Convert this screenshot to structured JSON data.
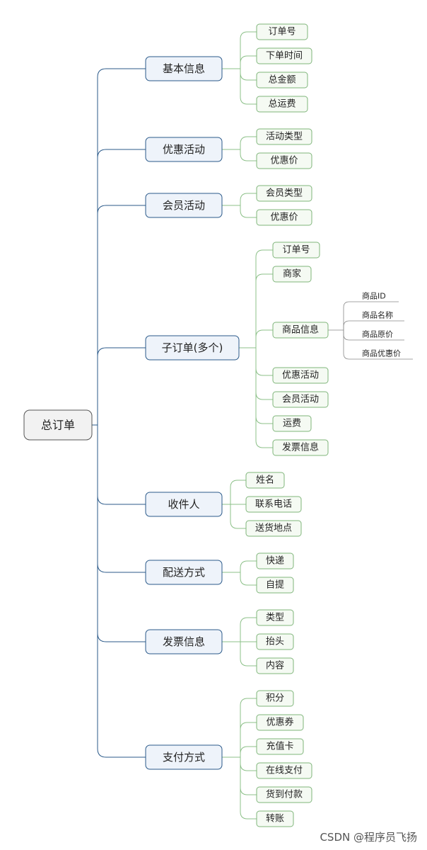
{
  "root": {
    "label": "总订单"
  },
  "branches": [
    {
      "label": "基本信息",
      "children": [
        {
          "label": "订单号"
        },
        {
          "label": "下单时间"
        },
        {
          "label": "总金额"
        },
        {
          "label": "总运费"
        }
      ]
    },
    {
      "label": "优惠活动",
      "children": [
        {
          "label": "活动类型"
        },
        {
          "label": "优惠价"
        }
      ]
    },
    {
      "label": "会员活动",
      "children": [
        {
          "label": "会员类型"
        },
        {
          "label": "优惠价"
        }
      ]
    },
    {
      "label": "子订单(多个)",
      "children": [
        {
          "label": "订单号"
        },
        {
          "label": "商家"
        },
        {
          "label": "商品信息",
          "children": [
            {
              "label": "商品ID"
            },
            {
              "label": "商品名称"
            },
            {
              "label": "商品原价"
            },
            {
              "label": "商品优惠价"
            }
          ]
        },
        {
          "label": "优惠活动"
        },
        {
          "label": "会员活动"
        },
        {
          "label": "运费"
        },
        {
          "label": "发票信息"
        }
      ]
    },
    {
      "label": "收件人",
      "children": [
        {
          "label": "姓名"
        },
        {
          "label": "联系电话"
        },
        {
          "label": "送货地点"
        }
      ]
    },
    {
      "label": "配送方式",
      "children": [
        {
          "label": "快递"
        },
        {
          "label": "自提"
        }
      ]
    },
    {
      "label": "发票信息",
      "children": [
        {
          "label": "类型"
        },
        {
          "label": "抬头"
        },
        {
          "label": "内容"
        }
      ]
    },
    {
      "label": "支付方式",
      "children": [
        {
          "label": "积分"
        },
        {
          "label": "优惠券"
        },
        {
          "label": "充值卡"
        },
        {
          "label": "在线支付"
        },
        {
          "label": "货到付款"
        },
        {
          "label": "转账"
        }
      ]
    }
  ],
  "watermark": "CSDN @程序员飞扬"
}
